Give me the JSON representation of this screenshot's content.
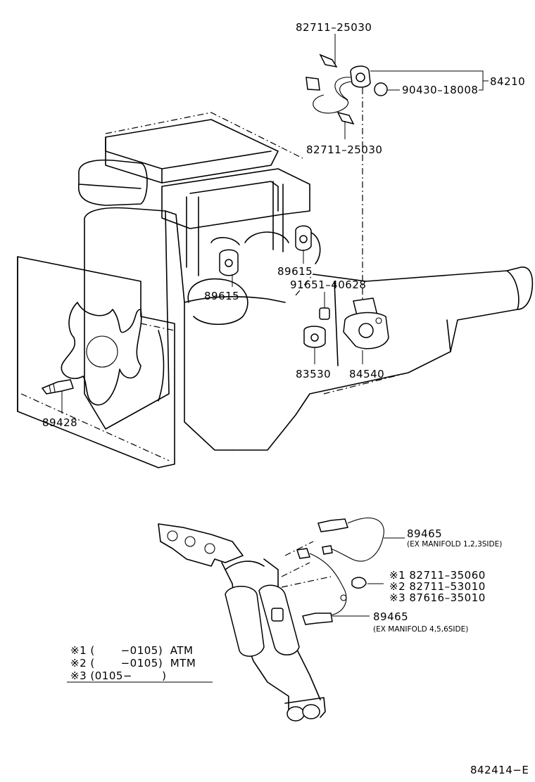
{
  "parts": {
    "p1": "82711–25030",
    "p2": "84210",
    "p3": "90430–18008",
    "p4": "82711–25030",
    "p5": "89615",
    "p6": "91651–40628",
    "p7": "89615",
    "p8": "83530",
    "p9": "84540",
    "p10": "89428",
    "p11": "89465",
    "p11_note": "(EX MANIFOLD 1,2,3SIDE)",
    "p12": "※1 82711–35060",
    "p13": "※2 82711–53010",
    "p14": "※3 87616–35010",
    "p15": "89465",
    "p15_note": "(EX MANIFOLD 4,5,6SIDE)"
  },
  "legend": {
    "row1": "※1 (       −0105)  ATM",
    "row2": "※2 (       −0105)  MTM",
    "row3": "※3 (0105−        )"
  },
  "diagram_code": "842414−E"
}
